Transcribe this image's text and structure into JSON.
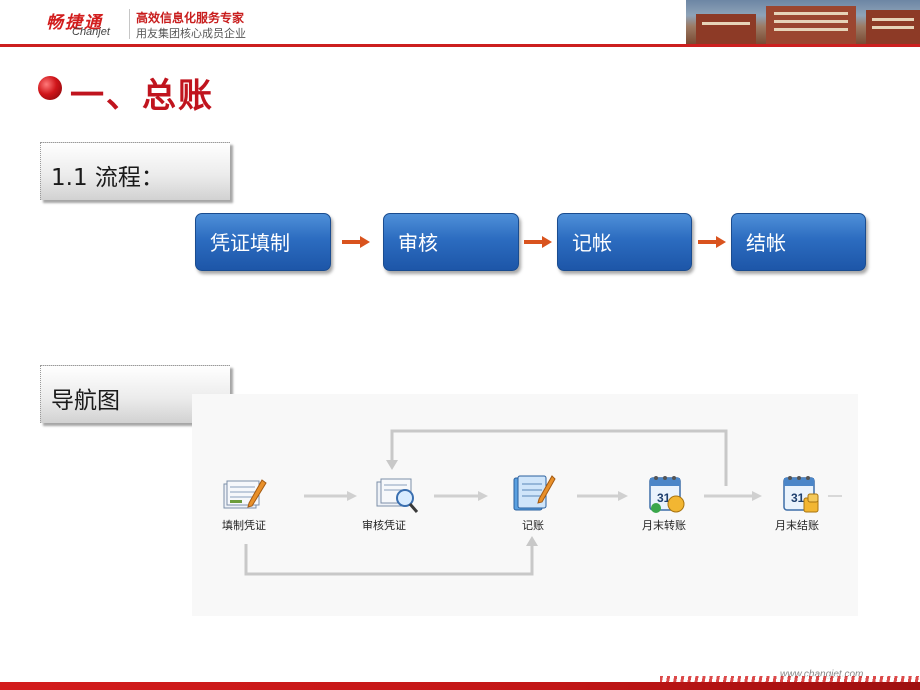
{
  "header": {
    "logo_cn": "畅捷通",
    "logo_en": "Chanjet",
    "slogan_main": "高效信息化服务专家",
    "slogan_sub": "用友集团核心成员企业"
  },
  "title": "一、总账",
  "section_flow": {
    "label": "1.1 流程："
  },
  "flow_steps": [
    "凭证填制",
    "审核",
    "记帐",
    "结帐"
  ],
  "section_nav": {
    "label": "导航图"
  },
  "nav_items": [
    "填制凭证",
    "审核凭证",
    "记账",
    "月末转账",
    "月末结账"
  ],
  "footer": {
    "url": "www.changjet.com"
  },
  "colors": {
    "brand_red": "#c0141e",
    "flow_blue": "#2c6cc0",
    "arrow_orange": "#d9531e"
  },
  "icons": [
    "voucher-entry-icon",
    "voucher-audit-icon",
    "ledger-post-icon",
    "calendar-transfer-icon",
    "calendar-close-icon"
  ]
}
